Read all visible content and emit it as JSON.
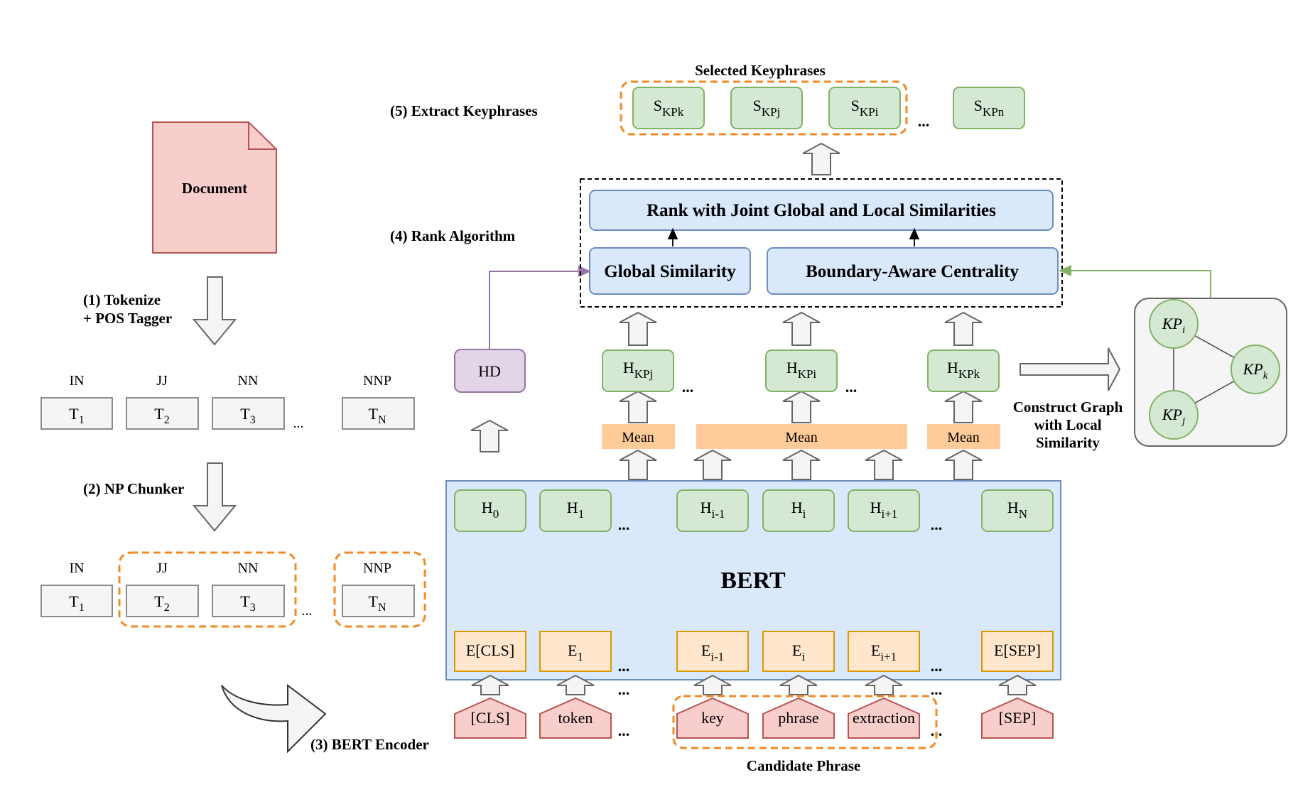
{
  "document_label": "Document",
  "steps": {
    "tokenize_line1": "(1) Tokenize",
    "tokenize_line2": "+ POS Tagger",
    "chunker": "(2) NP Chunker",
    "encoder": "(3) BERT Encoder",
    "rank": "(4) Rank Algorithm",
    "extract": "(5)  Extract Keyphrases"
  },
  "pos_tags": [
    "IN",
    "JJ",
    "NN",
    "NNP"
  ],
  "tokens": [
    {
      "base": "T",
      "sub": "1"
    },
    {
      "base": "T",
      "sub": "2"
    },
    {
      "base": "T",
      "sub": "3"
    },
    {
      "base": "T",
      "sub": "N"
    }
  ],
  "ellipsis_small": "...",
  "ellipsis": "...",
  "bert_label": "BERT",
  "hidden_states": [
    {
      "base": "H",
      "sub": "0"
    },
    {
      "base": "H",
      "sub": "1"
    },
    {
      "base": "H",
      "sub": "i-1"
    },
    {
      "base": "H",
      "sub": "i"
    },
    {
      "base": "H",
      "sub": "i+1"
    },
    {
      "base": "H",
      "sub": "N"
    }
  ],
  "embeddings": [
    {
      "base": "E[CLS]",
      "sub": ""
    },
    {
      "base": "E",
      "sub": "1"
    },
    {
      "base": "E",
      "sub": "i-1"
    },
    {
      "base": "E",
      "sub": "i"
    },
    {
      "base": "E",
      "sub": "i+1"
    },
    {
      "base": "E[SEP]",
      "sub": ""
    }
  ],
  "input_tokens": [
    "[CLS]",
    "token",
    "key",
    "phrase",
    "extraction",
    "[SEP]"
  ],
  "candidate_phrase_label": "Candidate Phrase",
  "mean_label": "Mean",
  "kp_hidden": [
    {
      "base": "H",
      "sub": "KPj"
    },
    {
      "base": "H",
      "sub": "KPi"
    },
    {
      "base": "H",
      "sub": "KPk"
    }
  ],
  "hd_label": "HD",
  "rank_title": "Rank with Joint Global and Local Similarities",
  "global_similarity": "Global Similarity",
  "boundary_centrality": "Boundary-Aware Centrality",
  "selected_title": "Selected Keyphrases",
  "selected": [
    {
      "base": "S",
      "sub": "KPk"
    },
    {
      "base": "S",
      "sub": "KPj"
    },
    {
      "base": "S",
      "sub": "KPi"
    },
    {
      "base": "S",
      "sub": "KPn"
    }
  ],
  "graph_caption": [
    "Construct Graph",
    "with Local",
    "Similarity"
  ],
  "graph_nodes": [
    {
      "base": "KP",
      "sub": "i"
    },
    {
      "base": "KP",
      "sub": "k"
    },
    {
      "base": "KP",
      "sub": "j"
    }
  ],
  "colors": {
    "green_fill": "#d5e8d4",
    "green_stroke": "#82b366",
    "blue_fill": "#dae8fc",
    "blue_stroke": "#6c8ebf",
    "orange_fill": "#ffe6cc",
    "orange_stroke": "#d79b00",
    "red_fill": "#f8cecc",
    "red_stroke": "#b85450",
    "purple_fill": "#e1d5e7",
    "purple_stroke": "#9673a6",
    "gray_fill": "#f5f5f5",
    "gray_stroke": "#666666",
    "dash_orange": "#f08a24",
    "mean_fill": "#ffcc99"
  }
}
